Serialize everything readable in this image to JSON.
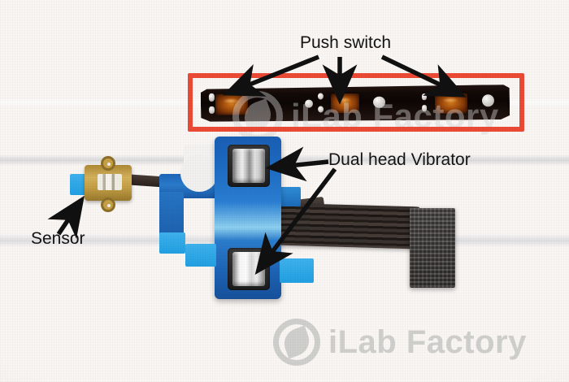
{
  "image": {
    "subject": "Mobile phone flex cable assembly teardown photograph",
    "background_color": "#fbf8f6"
  },
  "annotations": {
    "push_switch": {
      "label": "Push switch",
      "arrow_count": 3,
      "highlight_color": "#ee4b36"
    },
    "dual_head_vibrator": {
      "label": "Dual head Vibrator",
      "arrow_count": 2
    },
    "sensor": {
      "label": "Sensor",
      "arrow_count": 1
    }
  },
  "watermark": {
    "brand_i": "i",
    "brand_rest": "Lab Factory",
    "full_text": "iLab Factory",
    "color": "#cfcfcf",
    "logo_icon": "circular-swoosh-logo"
  },
  "components": {
    "switch_strip": {
      "name": "black-push-switch-strip",
      "switch_count": 3,
      "color": "#0c0605"
    },
    "flex_pcb": {
      "name": "blue-flex-pcb",
      "color": "#1d6cc4",
      "tape_color": "#2fa6e6"
    },
    "vibrators": {
      "name": "dual-head-vibrator-motors",
      "count": 2,
      "color": "#d8d8d8"
    },
    "sensor_module": {
      "name": "gold-sensor-module",
      "color": "#c39e44"
    },
    "connector": {
      "name": "board-to-board-connector",
      "color": "#474442"
    }
  }
}
